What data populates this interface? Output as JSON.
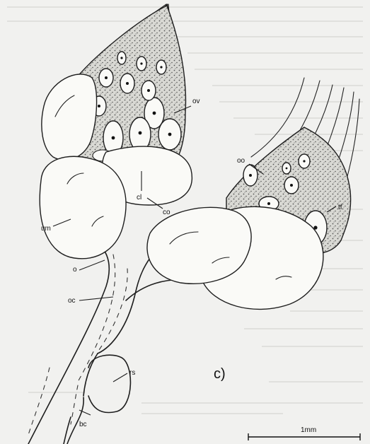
{
  "panel_label": "c)",
  "labels": {
    "ov": "ov",
    "oo": "oo",
    "cl": "cl",
    "co": "co",
    "tf": "tf",
    "um": "um",
    "o": "o",
    "oc": "oc",
    "rs": "rs",
    "bc": "bc"
  },
  "scale_bar": {
    "text": "1mm"
  }
}
